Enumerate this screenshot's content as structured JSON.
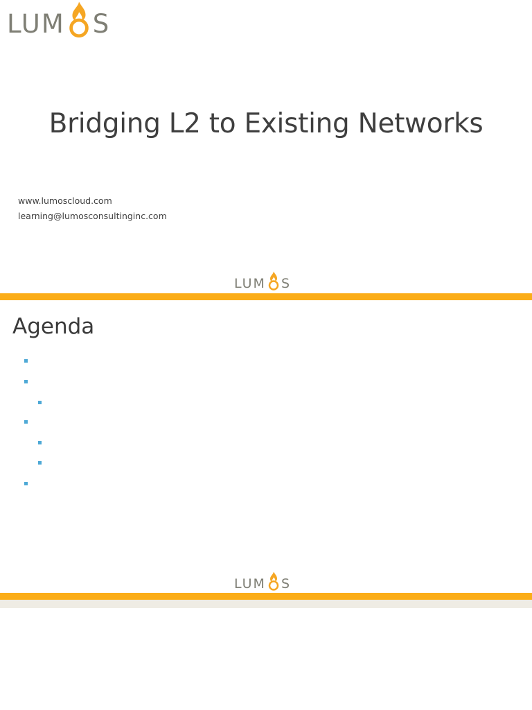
{
  "logo": {
    "text_left": "LUM",
    "text_right": "S"
  },
  "slide1": {
    "title": "Bridging L2 to Existing Networks",
    "website": "www.lumoscloud.com",
    "email": "learning@lumosconsultinginc.com"
  },
  "slide2": {
    "heading": "Agenda",
    "bullets": [
      {
        "level": 1,
        "text": ""
      },
      {
        "level": 1,
        "text": ""
      },
      {
        "level": 2,
        "text": ""
      },
      {
        "level": 1,
        "text": ""
      },
      {
        "level": 2,
        "text": ""
      },
      {
        "level": 2,
        "text": ""
      },
      {
        "level": 1,
        "text": ""
      }
    ]
  },
  "colors": {
    "accent_bar": "#fbad18",
    "logo_text": "#7f7f75",
    "flame": "#f5a623",
    "bullet": "#4ea9d6"
  },
  "icons": [
    "flame-icon"
  ]
}
